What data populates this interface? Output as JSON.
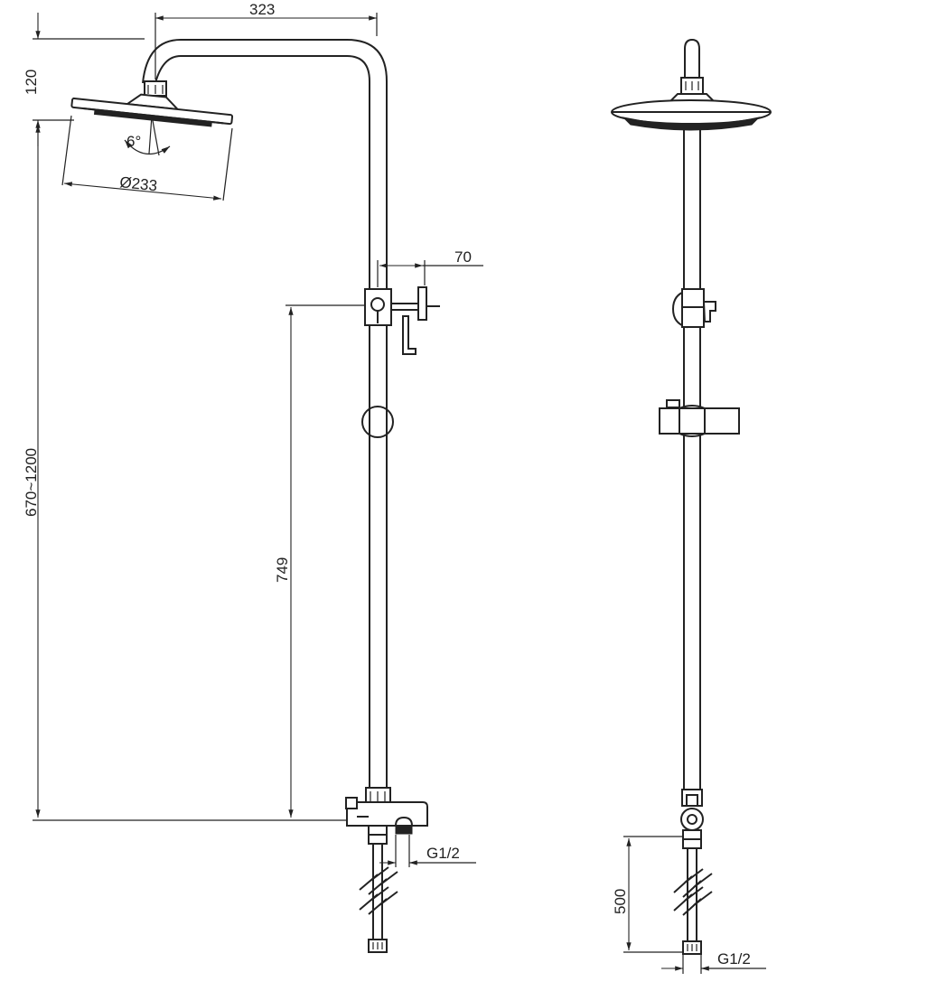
{
  "dimensions": {
    "arm_length": "323",
    "arm_height": "120",
    "head_angle": "6°",
    "head_diameter": "Ø233",
    "handle_offset": "70",
    "height_range": "670~1200",
    "valve_to_holder": "749",
    "inlet_left": "G1/2",
    "hose_length": "500",
    "inlet_right": "G1/2"
  },
  "colors": {
    "line": "#222222",
    "background": "#ffffff"
  }
}
